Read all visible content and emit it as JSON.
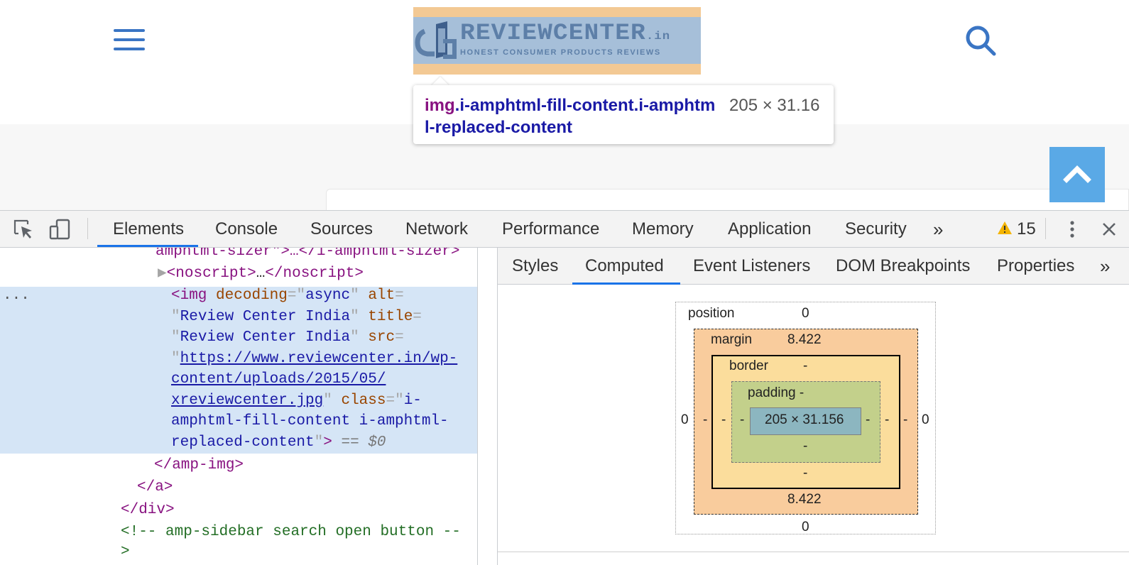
{
  "website": {
    "logo": {
      "word": "REVIEWCENTER",
      "word_suffix": ".in",
      "tagline": "HONEST CONSUMER PRODUCTS REVIEWS"
    },
    "colors": {
      "accent": "#3a75c4",
      "scroll_button": "#5aa9e6",
      "highlight_margin": "#f3c994",
      "highlight_content": "#a6bfd9"
    }
  },
  "tooltip": {
    "selector_tag": "img",
    "selector_rest": ".i-amphtml-fill-content.i-amphtml-replaced-content",
    "dimensions": "205 × 31.16"
  },
  "devtools": {
    "tabs": [
      "Elements",
      "Console",
      "Sources",
      "Network",
      "Performance",
      "Memory",
      "Application",
      "Security"
    ],
    "more_tabs": "»",
    "warning_count": "15",
    "sub_tabs": [
      "Styles",
      "Computed",
      "Event Listeners",
      "DOM Breakpoints",
      "Properties"
    ],
    "active_tab": "Elements",
    "active_sub_tab": "Computed",
    "dom": {
      "line1_text": "amphtml-sizer\">…</i-amphtml-sizer>",
      "line2_tag_open": "<noscript>",
      "line2_ellipsis": "…",
      "line2_tag_close": "</noscript>",
      "img_tag": "<img",
      "attr_decoding": "decoding",
      "val_decoding": "async",
      "attr_alt": "alt",
      "val_alt": "Review Center India",
      "attr_title": "title",
      "val_title": "Review Center India",
      "attr_src": "src",
      "src_part1": "https://www.reviewcenter.in/wp-",
      "src_part2": "content/uploads/2015/05/",
      "src_part3": "xreviewcenter.jpg",
      "attr_class": "class",
      "class_part1": "i-",
      "class_part2": "amphtml-fill-content i-amphtml-",
      "class_part3": "replaced-content",
      "dollar_ref": "== $0",
      "close_amp_img": "</amp-img>",
      "close_a": "</a>",
      "close_div": "</div>",
      "comment": "<!-- amp-sidebar search open button --",
      "comment_end": ">",
      "dots": "..."
    },
    "box_model": {
      "position_label": "position",
      "position_top": "0",
      "position_bottom": "0",
      "position_left": "0",
      "position_right": "0",
      "margin_label": "margin",
      "margin_top": "8.422",
      "margin_bottom": "8.422",
      "margin_left": "-",
      "margin_right": "-",
      "border_label": "border",
      "border_top": "-",
      "border_bottom": "-",
      "border_left": "-",
      "border_right": "-",
      "padding_label": "padding -",
      "padding_bottom": "-",
      "padding_left": "-",
      "padding_right": "-",
      "content": "205 × 31.156"
    }
  }
}
